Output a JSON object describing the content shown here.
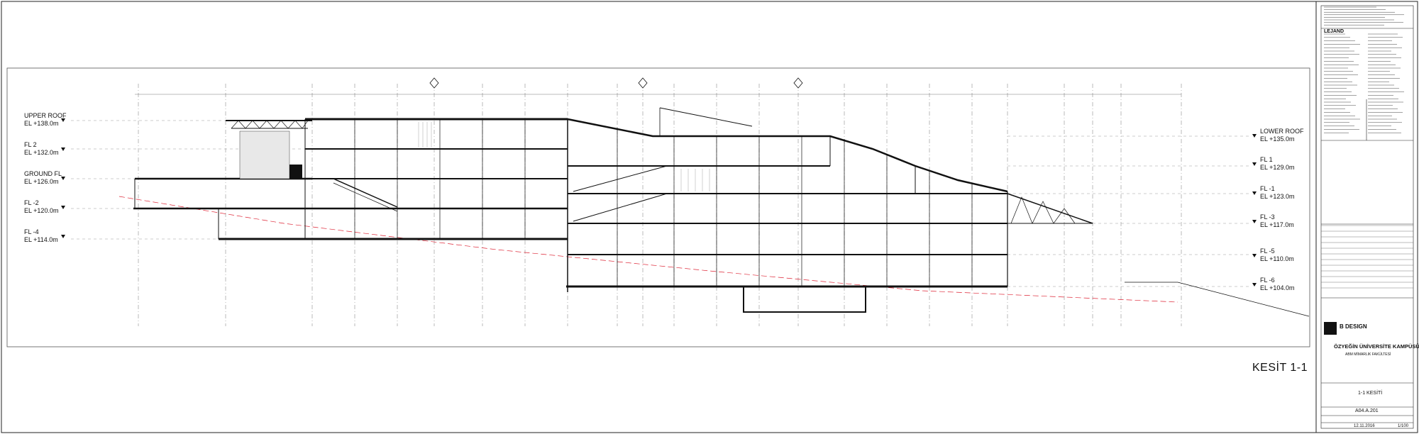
{
  "drawing": {
    "title": "KESİT 1-1",
    "levels_left": [
      {
        "name": "UPPER ROOF",
        "elevation": "EL +138.0m"
      },
      {
        "name": "FL 2",
        "elevation": "EL +132.0m"
      },
      {
        "name": "GROUND FL",
        "elevation": "EL +126.0m"
      },
      {
        "name": "FL -2",
        "elevation": "EL +120.0m"
      },
      {
        "name": "FL -4",
        "elevation": "EL +114.0m"
      }
    ],
    "levels_right": [
      {
        "name": "LOWER ROOF",
        "elevation": "EL +135.0m"
      },
      {
        "name": "FL 1",
        "elevation": "EL +129.0m"
      },
      {
        "name": "FL -1",
        "elevation": "EL +123.0m"
      },
      {
        "name": "FL -3",
        "elevation": "EL +117.0m"
      },
      {
        "name": "FL -5",
        "elevation": "EL +110.0m"
      },
      {
        "name": "FL -6",
        "elevation": "EL +104.0m"
      }
    ]
  },
  "title_block": {
    "company": "B DESIGN",
    "project": "ÖZYEĞİN ÜNİVERSİTE KAMPÜSÜ PROJESİ",
    "subtitle": "ABM MİMARLIK FAKÜLTESİ",
    "sheet_title": "1-1 KESİTİ",
    "sheet_number": "A04.A.201",
    "date": "12.11.2016",
    "scale": "1/100",
    "legend_heading": "LEJAND"
  }
}
